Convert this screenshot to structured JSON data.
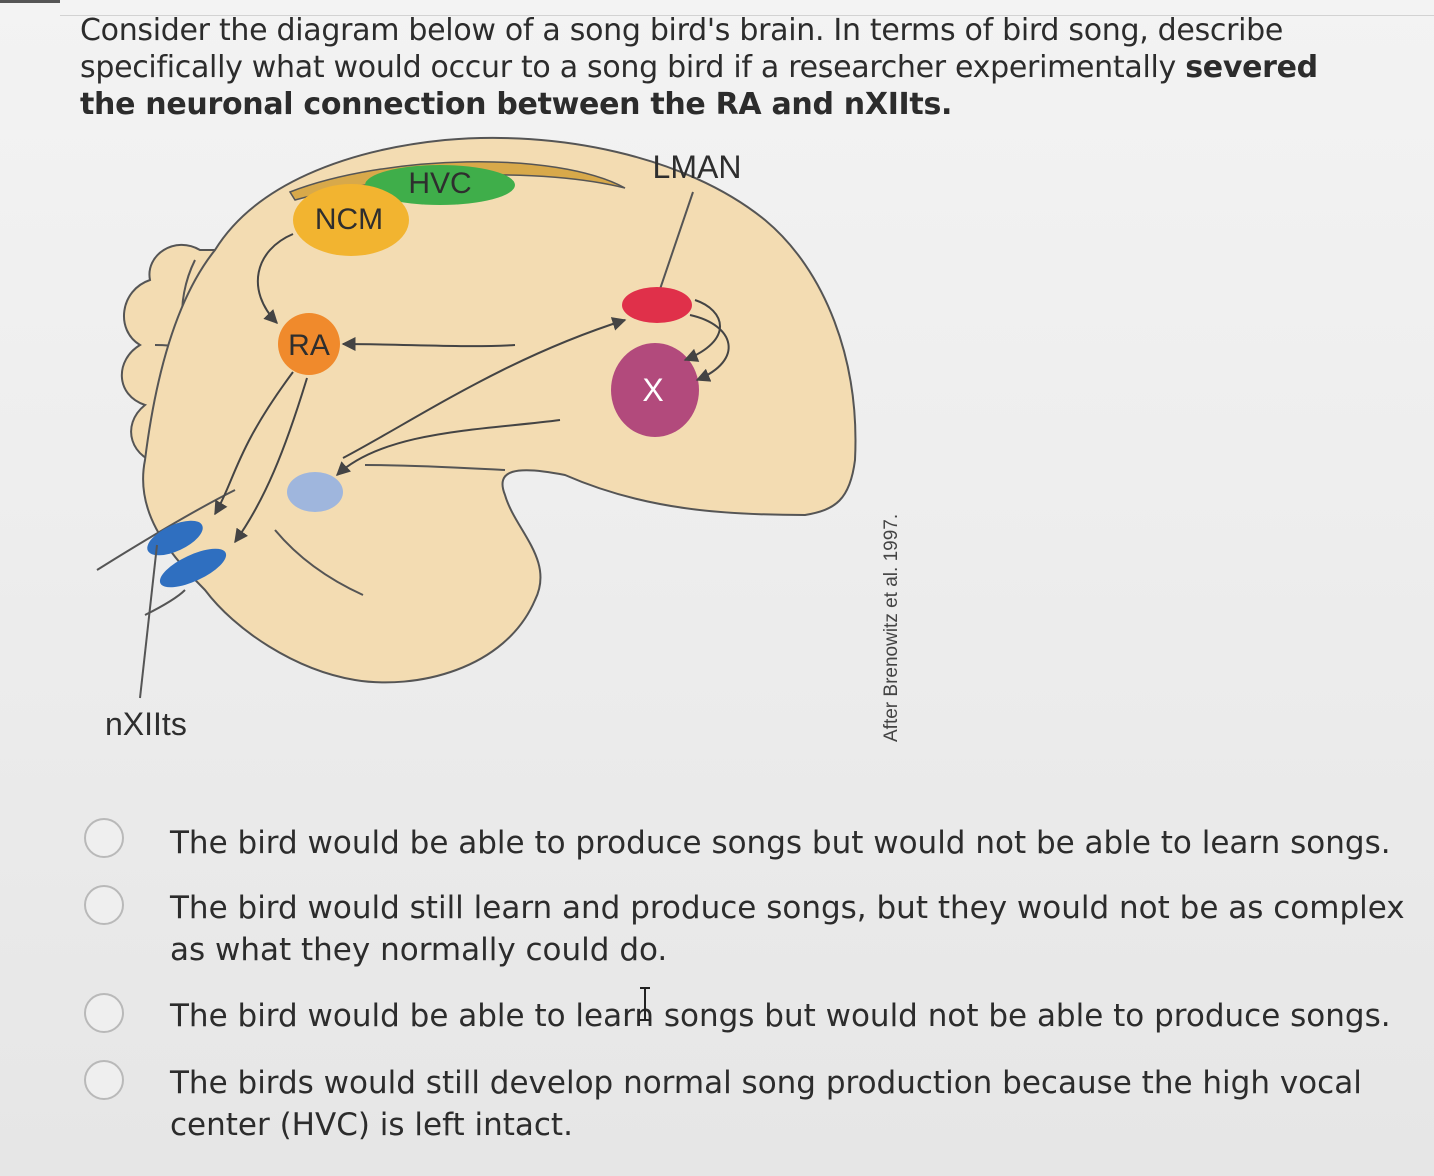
{
  "question": {
    "text_plain": "Consider the diagram below of a song bird's brain.  In terms of bird song, describe specifically what would occur to a song bird if a researcher experimentally ",
    "text_bold": "severed the neuronal connection between the RA and nXIIts."
  },
  "diagram": {
    "labels": {
      "hvc": "HVC",
      "lman": "LMAN",
      "ncm": "NCM",
      "ra": "RA",
      "x": "X",
      "nxiits": "nXIIts"
    },
    "credit": "After Brenowitz et al. 1997.",
    "colors": {
      "brain_fill": "#f3dcb2",
      "hvc": "#3fae4a",
      "ncm": "#f2b430",
      "ra": "#f08a2c",
      "lman": "#e0304a",
      "x": "#b24a7c",
      "thalamus": "#9fb6dd",
      "nxiits": "#2f6fc0",
      "tract": "#d8a94a"
    }
  },
  "options": [
    {
      "text": "The bird would be able to produce songs but would not be able to learn songs."
    },
    {
      "text": "The bird would still learn and produce songs, but they would not be as complex as what they normally could do."
    },
    {
      "text": "The bird would be able to learn songs but would not be able to produce songs."
    },
    {
      "text": "The birds would still develop normal song production because the high vocal center (HVC) is left intact."
    }
  ]
}
